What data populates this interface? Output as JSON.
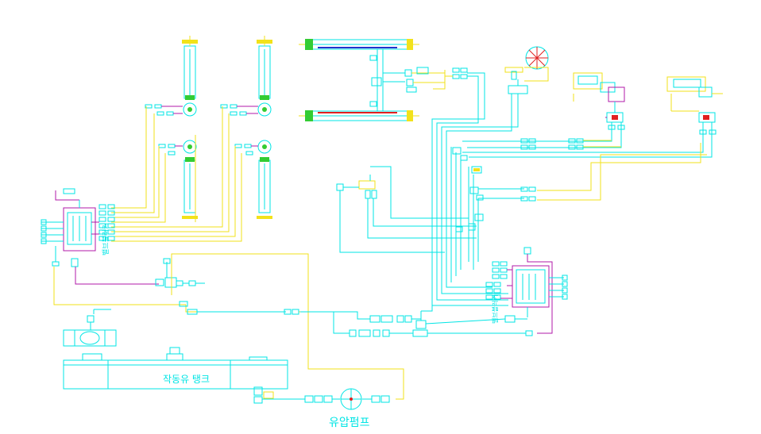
{
  "labels": {
    "manifold_left": "밸브블러커",
    "manifold_right": "밸브블러커",
    "tank": "작동유 탱크",
    "pump": "유압펌프"
  },
  "colors": {
    "background": "#ffffff",
    "cyan_line": "#00e5e5",
    "yellow_line": "#f2e21a",
    "magenta_line": "#b01aa8",
    "green_fill": "#33cc33",
    "red_accent": "#e02020",
    "blue_accent": "#2233cc"
  }
}
